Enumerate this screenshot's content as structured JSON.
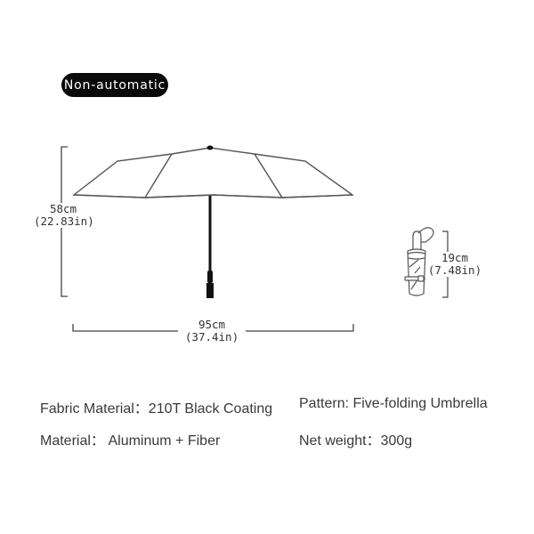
{
  "badge": {
    "label": "Non-automatic"
  },
  "dimensions": {
    "height": {
      "cm": "58cm",
      "in": "(22.83in)"
    },
    "width": {
      "cm": "95cm",
      "in": "(37.4in)"
    },
    "folded_length": {
      "cm": "19cm",
      "in": "(7.48in)"
    }
  },
  "specs": [
    {
      "text": "Fabric Material：210T Black Coating"
    },
    {
      "text": "Pattern: Five-folding Umbrella"
    },
    {
      "text": "Material： Aluminum + Fiber"
    },
    {
      "text": "Net weight：300g"
    }
  ],
  "colors": {
    "badge_bg": "#0a0a0a",
    "line": "#444444",
    "text": "#3a3a3a"
  }
}
